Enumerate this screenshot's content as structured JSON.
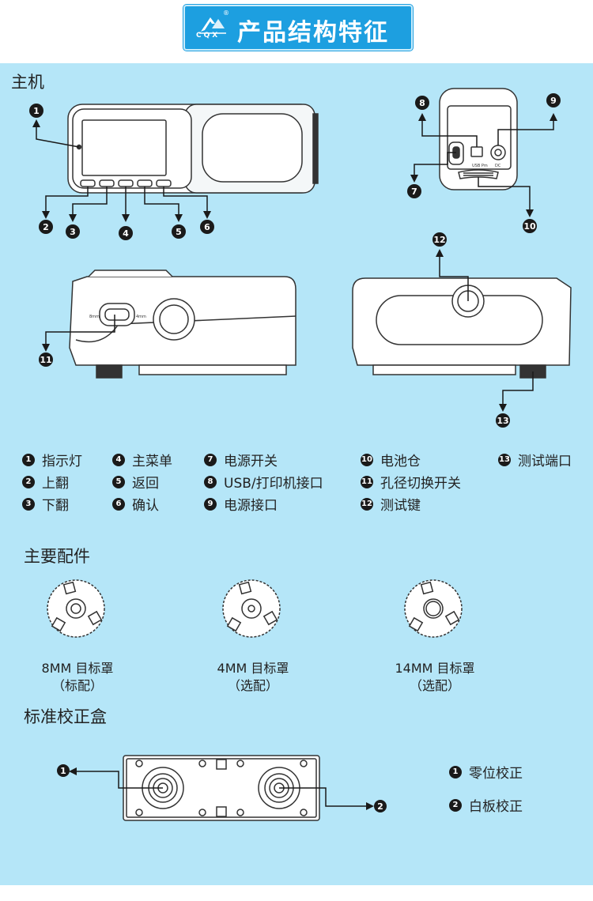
{
  "header": {
    "logo_text": "CQX",
    "registered": "®",
    "title": "产品结构特征",
    "colors": {
      "banner": "#1d9fe0",
      "panel": "#b5e6f8"
    }
  },
  "sections": {
    "host": "主机",
    "accessories": "主要配件",
    "calibration": "标准校正盒"
  },
  "callouts": [
    "1",
    "2",
    "3",
    "4",
    "5",
    "6",
    "7",
    "8",
    "9",
    "10",
    "11",
    "12",
    "13"
  ],
  "legend": [
    {
      "num": "1",
      "label": "指示灯"
    },
    {
      "num": "2",
      "label": "上翻"
    },
    {
      "num": "3",
      "label": "下翻"
    },
    {
      "num": "4",
      "label": "主菜单"
    },
    {
      "num": "5",
      "label": "返回"
    },
    {
      "num": "6",
      "label": "确认"
    },
    {
      "num": "7",
      "label": "电源开关"
    },
    {
      "num": "8",
      "label": "USB/打印机接口"
    },
    {
      "num": "9",
      "label": "电源接口"
    },
    {
      "num": "10",
      "label": "电池仓"
    },
    {
      "num": "11",
      "label": "孔径切换开关"
    },
    {
      "num": "12",
      "label": "测试键"
    },
    {
      "num": "13",
      "label": "测试端口"
    }
  ],
  "accessories": [
    {
      "name": "8MM 目标罩",
      "note": "（标配）"
    },
    {
      "name": "4MM 目标罩",
      "note": "（选配）"
    },
    {
      "name": "14MM 目标罩",
      "note": "（选配）"
    }
  ],
  "calibration_legend": [
    {
      "num": "1",
      "label": "零位校正"
    },
    {
      "num": "2",
      "label": "白板校正"
    }
  ],
  "device_labels": {
    "usb": "USB Pm",
    "dc": "DC",
    "aperture_left": "8mm",
    "aperture_right": "4mm"
  }
}
